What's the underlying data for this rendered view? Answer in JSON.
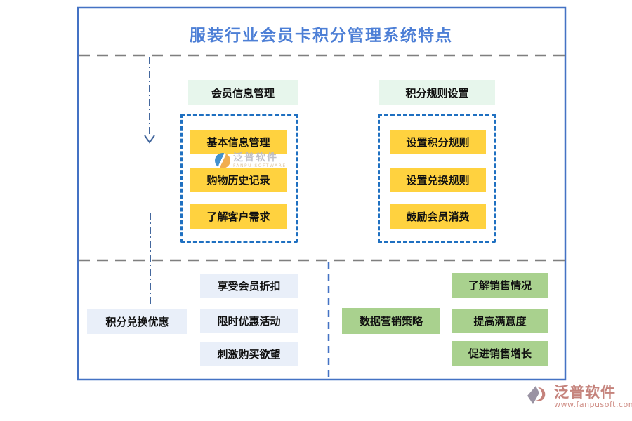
{
  "title": "服装行业会员卡积分管理系统特点",
  "top_groups": [
    {
      "header": "会员信息管理",
      "items": [
        "基本信息管理",
        "购物历史记录",
        "了解客户需求"
      ]
    },
    {
      "header": "积分规则设置",
      "items": [
        "设置积分规则",
        "设置兑换规则",
        "鼓励会员消费"
      ]
    }
  ],
  "bottom_groups": [
    {
      "header": "积分兑换优惠",
      "items": [
        "享受会员折扣",
        "限时优惠活动",
        "刺激购买欲望"
      ]
    },
    {
      "header": "数据营销策略",
      "items": [
        "了解销售情况",
        "提高满意度",
        "促进销售增长"
      ]
    }
  ],
  "watermark": {
    "name": "泛普软件",
    "subtitle": "FANPU SOFTWARE"
  },
  "footer_logo": {
    "name": "泛普软件",
    "url": "www.fanpusoft.com"
  },
  "colors": {
    "title_blue": "#4d7fd6",
    "outer_border_blue": "#4472c4",
    "dashed_box_blue": "#1f70c1",
    "divider_gray": "#7f7f7f",
    "arrow_blue": "#44689e",
    "item_yellow": "#ffd23f",
    "header_mint": "#e7f6ec",
    "item_light_blue": "#e9eff9",
    "item_green": "#a9d18e",
    "logo_rose": "#c5837c"
  }
}
